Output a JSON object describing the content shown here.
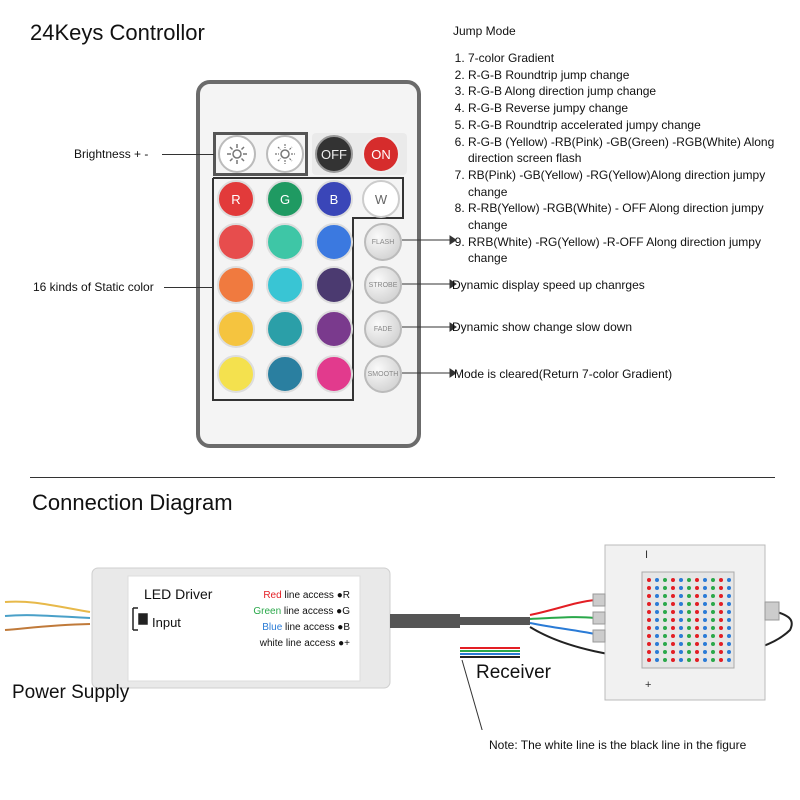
{
  "header": {
    "title": "24Keys Controllor"
  },
  "jump_mode": {
    "heading": "Jump Mode",
    "items": [
      "7-color Gradient",
      "R-G-B Roundtrip jump change",
      "R-G-B Along direction jump change",
      "R-G-B Reverse jumpy change",
      "R-G-B Roundtrip accelerated jumpy change",
      "R-G-B  (Yellow) -RB(Pink) -GB(Green) -RGB(White) Along direction screen flash",
      "RB(Pink) -GB(Yellow) -RG(Yellow)Along direction jumpy change",
      "R-RB(Yellow) -RGB(White) - OFF Along direction jumpy change",
      "RRB(White) -RG(Yellow) -R-OFF Along direction jumpy change"
    ]
  },
  "labels": {
    "brightness": "Brightness + -",
    "static_color": "16 kinds of Static color",
    "speed_up": "Dynamic display speed up chanrges",
    "slow_down": "Dynamic show change slow down",
    "cleared": "Mode is cleared(Return 7-color Gradient)"
  },
  "remote": {
    "off": "OFF",
    "on": "ON",
    "r": "R",
    "g": "G",
    "b": "B",
    "w": "W",
    "flash": "FLASH",
    "strobe": "STROBE",
    "fade": "FADE",
    "smooth": "SMOOTH",
    "colors": [
      "#e23a3a",
      "#1f9a62",
      "#3a46b8",
      "#e74d4d",
      "#3ec6a6",
      "#3b79e0",
      "#f07a3f",
      "#39c5d4",
      "#4b3a70",
      "#f5c43f",
      "#2b9fa8",
      "#7a3a8d",
      "#f4e14e",
      "#2a7fa0",
      "#e23a8d"
    ]
  },
  "connection": {
    "title": "Connection Diagram",
    "driver_label": "LED Driver",
    "input_label": "Input",
    "power_supply": "Power Supply",
    "receiver": "Receiver",
    "red_word": "Red",
    "green_word": "Green",
    "blue_word": "Blue",
    "white_word": "white",
    "line_access": "line access",
    "pin_r": "R",
    "pin_g": "G",
    "pin_b": "B",
    "pin_plus": "+",
    "note": "Note: The white line is the black line in the figure",
    "wire_colors": {
      "red": "#e31e24",
      "green": "#2aa84a",
      "blue": "#2a7bd6",
      "black": "#222222"
    }
  }
}
